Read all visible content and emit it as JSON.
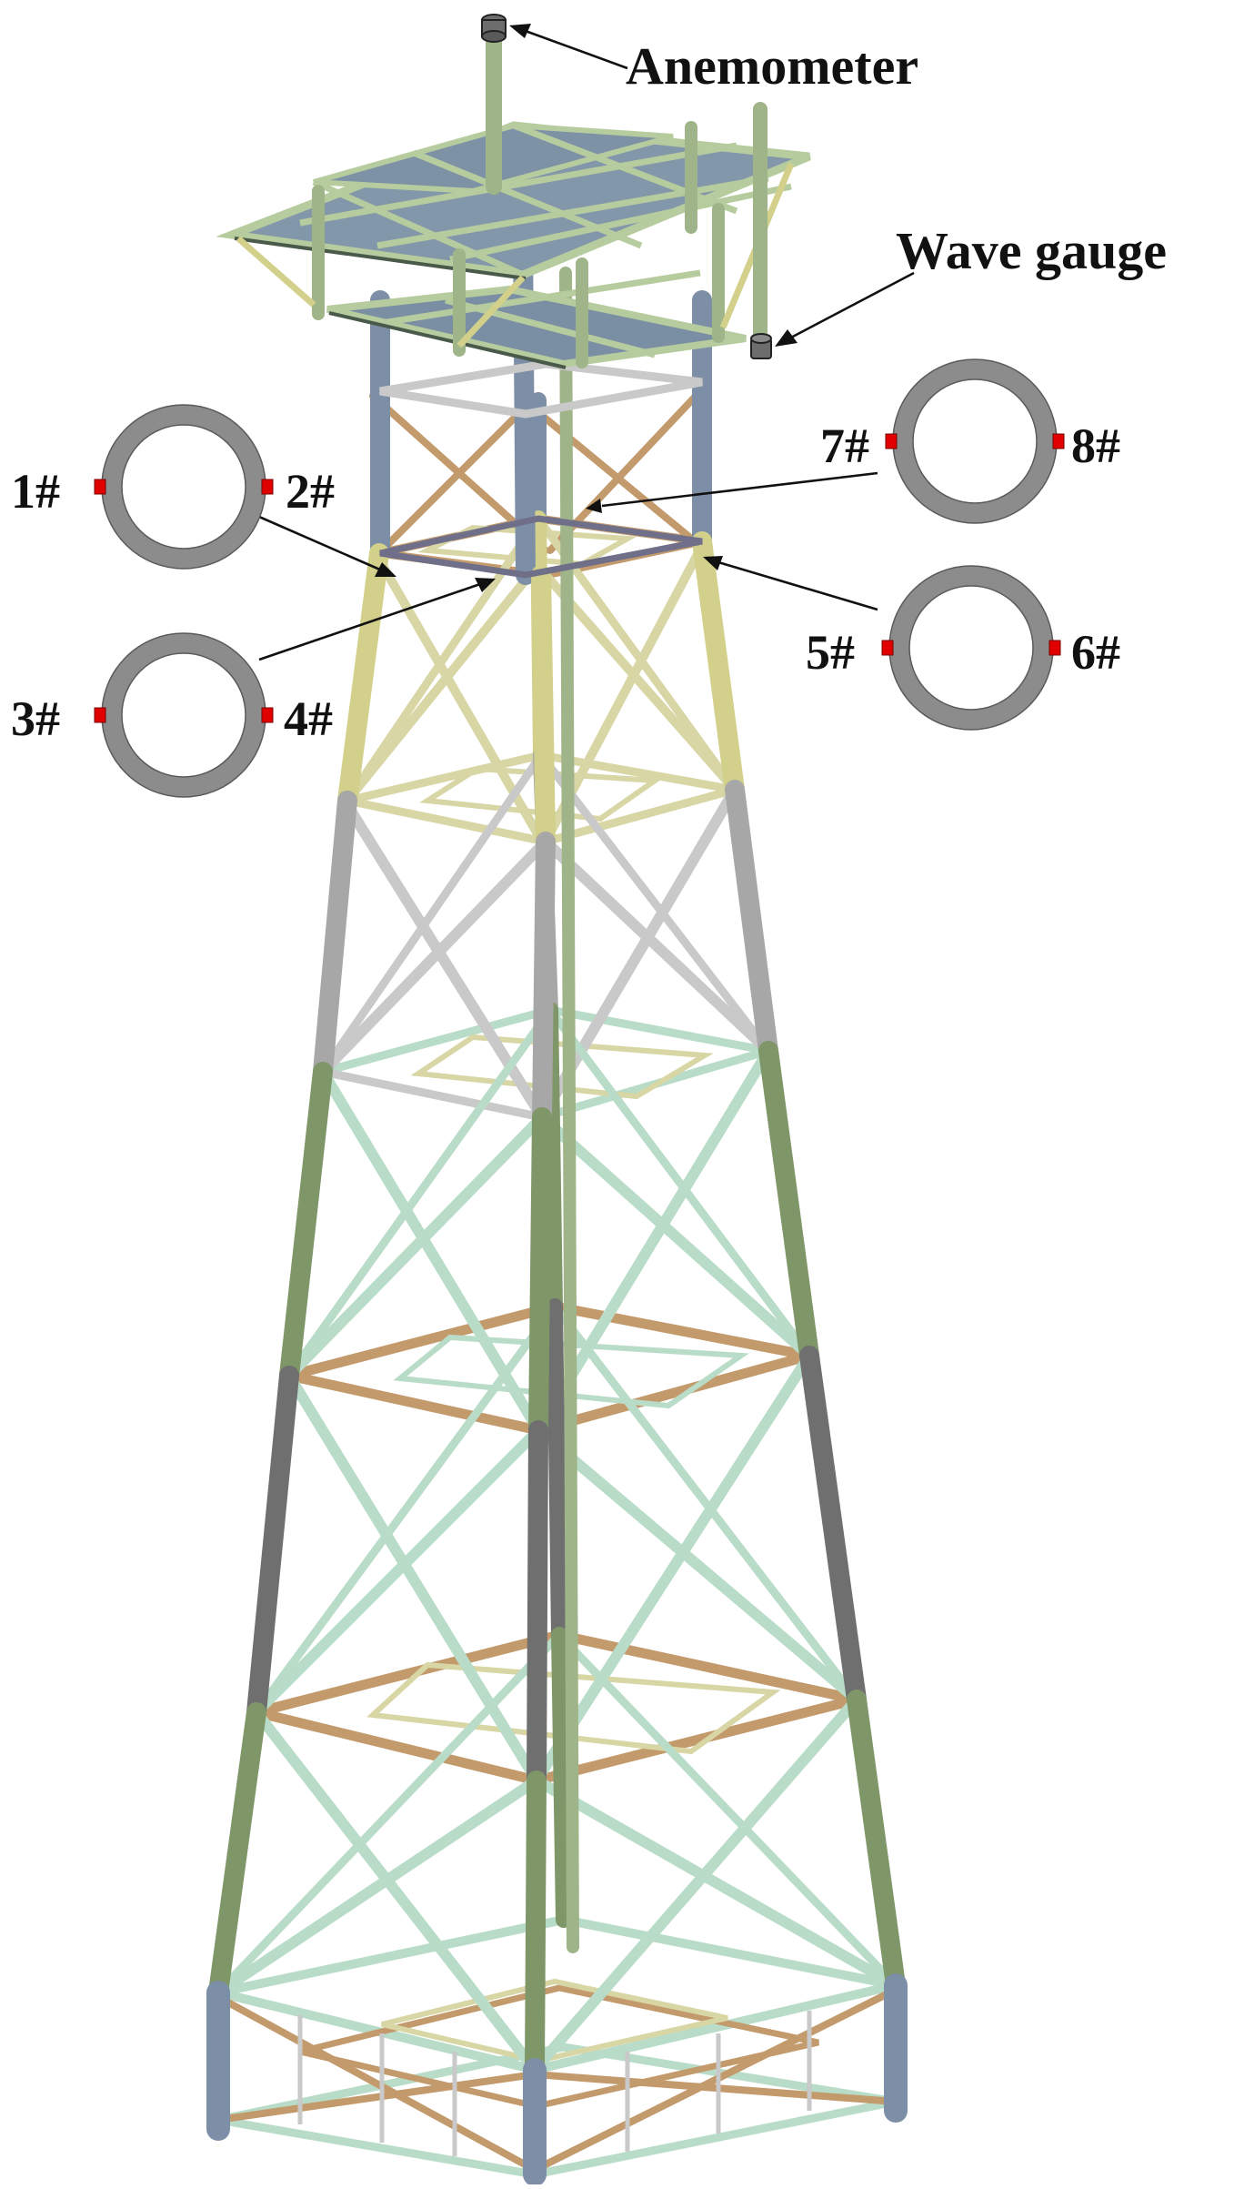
{
  "figure": {
    "labels": {
      "anemometer": "Anemometer",
      "wave_gauge": "Wave gauge"
    },
    "sections": [
      {
        "id": "upper-left",
        "sensors": [
          "1#",
          "2#"
        ]
      },
      {
        "id": "lower-left",
        "sensors": [
          "3#",
          "4#"
        ]
      },
      {
        "id": "upper-right",
        "sensors": [
          "7#",
          "8#"
        ]
      },
      {
        "id": "lower-right",
        "sensors": [
          "5#",
          "6#"
        ]
      }
    ]
  },
  "colors": {
    "deck_plate": "#7a8fa3",
    "deck_beam": "#b6cc9e",
    "leg_blue": "#7d8fa6",
    "leg_yellow": "#d2d08a",
    "leg_grey": "#a7a7a7",
    "leg_green": "#7e9668",
    "leg_darkgrey": "#6f6f6f",
    "brace_mint": "#b8dcc8",
    "brace_tan": "#c39a6c",
    "brace_khaki": "#d7d6a4",
    "sensor": "#e00000",
    "ring": "#8c8c8c"
  }
}
